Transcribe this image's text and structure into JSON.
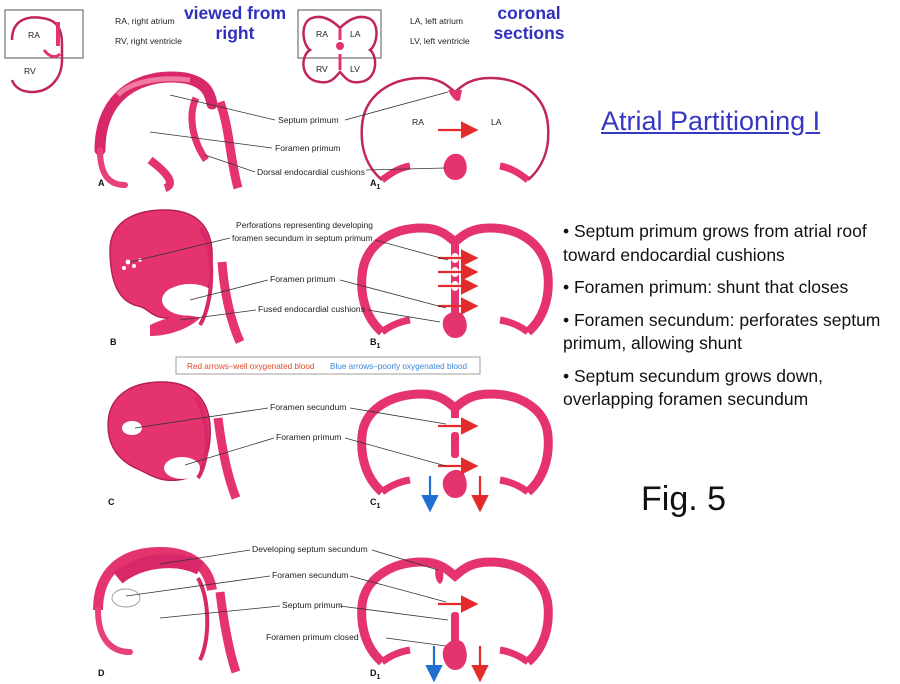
{
  "headers": {
    "viewed_from_right": "viewed from right",
    "coronal_sections": "coronal sections"
  },
  "legend_top_left": {
    "ra": "RA, right atrium",
    "rv": "RV, right ventricle"
  },
  "legend_top_right": {
    "la": "LA, left atrium",
    "lv": "LV, left ventricle"
  },
  "inset_labels": {
    "left_ra": "RA",
    "left_rv": "RV",
    "right_ra": "RA",
    "right_la": "LA",
    "right_rv": "RV",
    "right_lv": "LV"
  },
  "panel_a": {
    "septum_primum": "Septum primum",
    "foramen_primum": "Foramen primum",
    "dorsal_cushions": "Dorsal endocardial cushions",
    "ra": "RA",
    "la": "LA",
    "letter": "A",
    "letter_right": "A",
    "subscript": "1"
  },
  "panel_b": {
    "perforations_line1": "Perforations representing developing",
    "perforations_line2": "foramen secundum in septum primum",
    "foramen_primum": "Foramen primum",
    "fused_cushions": "Fused endocardial cushions",
    "letter": "B",
    "letter_right": "B",
    "subscript": "1"
  },
  "arrow_legend": {
    "red": "Red arrows–well oxygenated blood",
    "blue": "Blue arrows–poorly oxygenated blood",
    "red_color": "#e04a2a",
    "blue_color": "#3a86d8"
  },
  "panel_c": {
    "foramen_secundum": "Foramen secundum",
    "foramen_primum": "Foramen primum",
    "letter": "C",
    "letter_right": "C",
    "subscript": "1"
  },
  "panel_d": {
    "septum_secundum": "Developing septum secundum",
    "foramen_secundum": "Foramen secundum",
    "septum_primum": "Septum primum",
    "foramen_primum_closed": "Foramen primum closed",
    "letter": "D",
    "letter_right": "D",
    "subscript": "1"
  },
  "title": "Atrial Partitioning I",
  "bullets": [
    "• Septum primum grows from atrial roof toward endocardial cushions",
    "• Foramen primum: shunt that closes",
    "• Foramen secundum: perforates septum primum, allowing shunt",
    "• Septum secundum grows down, overlapping foramen secundum"
  ],
  "figure_label": "Fig. 5",
  "colors": {
    "title": "#3737c0",
    "headers": "#3030c0",
    "tissue": "#e5336e",
    "red_arrow": "#e42a2a",
    "blue_arrow": "#1f6fd0"
  }
}
